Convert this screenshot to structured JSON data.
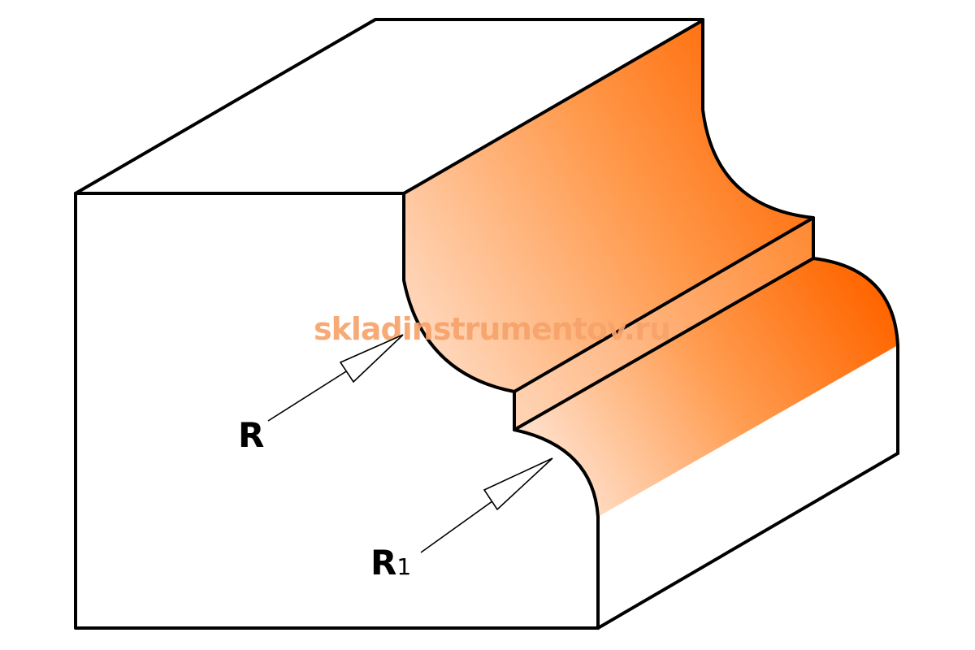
{
  "labels": {
    "r": "R",
    "r1_main": "R",
    "r1_sub": "1"
  },
  "watermark": {
    "text": "skladinstrumentov.ru"
  },
  "colors": {
    "profile_dark": "#ff6600",
    "profile_light": "#ffd8bd",
    "outline": "#000000",
    "watermark": "#f7a36b"
  }
}
